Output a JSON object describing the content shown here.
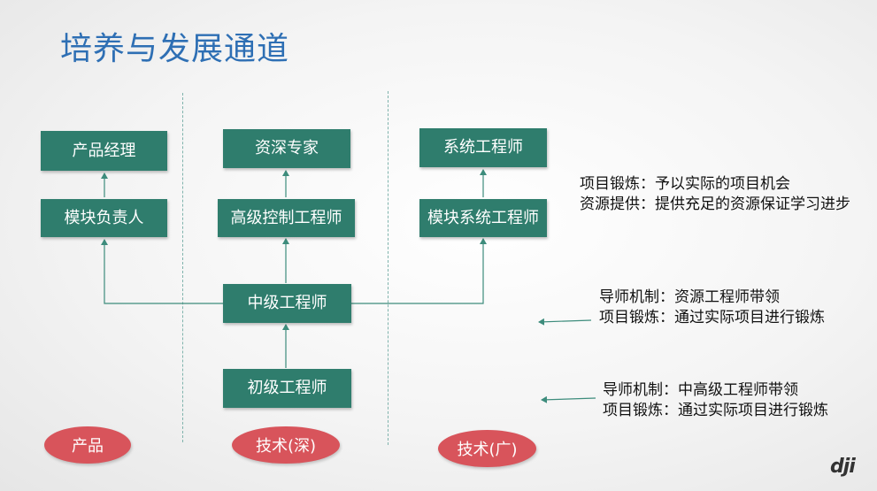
{
  "title": "培养与发展通道",
  "boxes": {
    "product_manager": "产品经理",
    "module_lead": "模块负责人",
    "senior_expert": "资深专家",
    "senior_control_engineer": "高级控制工程师",
    "system_engineer": "系统工程师",
    "module_system_engineer": "模块系统工程师",
    "mid_engineer": "中级工程师",
    "junior_engineer": "初级工程师"
  },
  "tracks": {
    "product": "产品",
    "tech_deep": "技术(深)",
    "tech_broad": "技术(广)"
  },
  "notes": {
    "top_line1": "项目锻炼：予以实际的项目机会",
    "top_line2": "资源提供：提供充足的资源保证学习进步",
    "mid_line1": "导师机制：资源工程师带领",
    "mid_line2": "项目锻炼：通过实际项目进行锻炼",
    "bottom_line1": "导师机制：中高级工程师带领",
    "bottom_line2": "项目锻炼：通过实际项目进行锻炼"
  },
  "logo_text": "dji",
  "colors": {
    "title": "#2e6fb4",
    "box": "#2f7d6d",
    "track_oval": "#d8545b",
    "connector": "#3d8c7c"
  }
}
